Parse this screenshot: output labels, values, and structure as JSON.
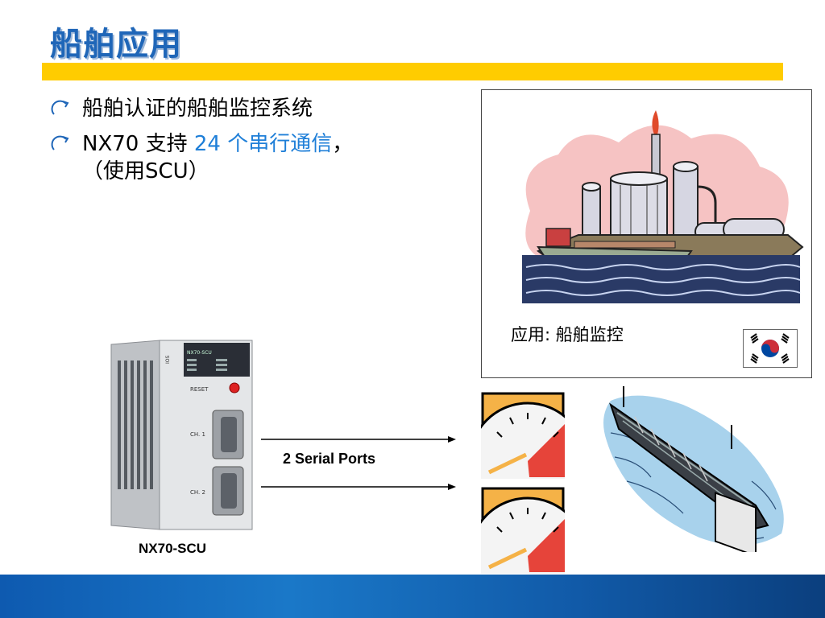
{
  "slide": {
    "title": "船舶应用",
    "bullets": [
      {
        "text": "船舶认证的船舶监控系统"
      },
      {
        "prefix": "NX70 支持 ",
        "highlight": "24 个串行通信",
        "suffix": "，",
        "line2": "（使用SCU）"
      }
    ],
    "application_caption": "应用: 船舶监控",
    "module_label": "NX70-SCU",
    "serial_label": "2 Serial Ports",
    "module": {
      "model": "NX70-SCU",
      "reset_label": "RESET",
      "ch1_label": "CH. 1",
      "ch2_label": "CH. 2",
      "side_label": "IOS"
    }
  },
  "icons": [
    "bullet-arrow-icon",
    "refinery-clipart",
    "korea-flag-icon",
    "gauge-icon",
    "tanker-ship-clipart"
  ],
  "colors": {
    "title": "#1f66b8",
    "title_bar": "#ffcc00",
    "highlight": "#1f7fd8",
    "footer": "#0e5ab0"
  }
}
